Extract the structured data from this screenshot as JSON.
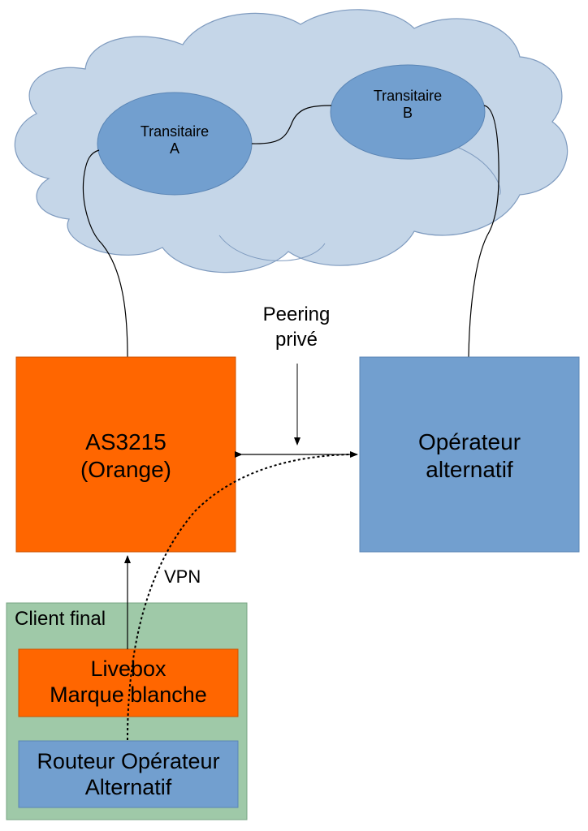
{
  "cloud": {
    "transit_a": {
      "line1": "Transitaire",
      "line2": "A"
    },
    "transit_b": {
      "line1": "Transitaire",
      "line2": "B"
    }
  },
  "peering": {
    "line1": "Peering",
    "line2": "privé"
  },
  "orange": {
    "line1": "AS3215",
    "line2": "(Orange)"
  },
  "alt_operator": {
    "line1": "Opérateur",
    "line2": "alternatif"
  },
  "vpn_label": "VPN",
  "client": {
    "title": "Client final",
    "livebox": {
      "line1": "Livebox",
      "line2": "Marque blanche"
    },
    "router": {
      "line1": "Routeur Opérateur",
      "line2": "Alternatif"
    }
  },
  "colors": {
    "cloud_fill": "#c5d6e8",
    "cloud_stroke": "#7f9bbf",
    "transit_fill": "#729fcf",
    "orange": "#ff6600",
    "alt_blue": "#729fcf",
    "client_green": "#9fc9a8"
  }
}
